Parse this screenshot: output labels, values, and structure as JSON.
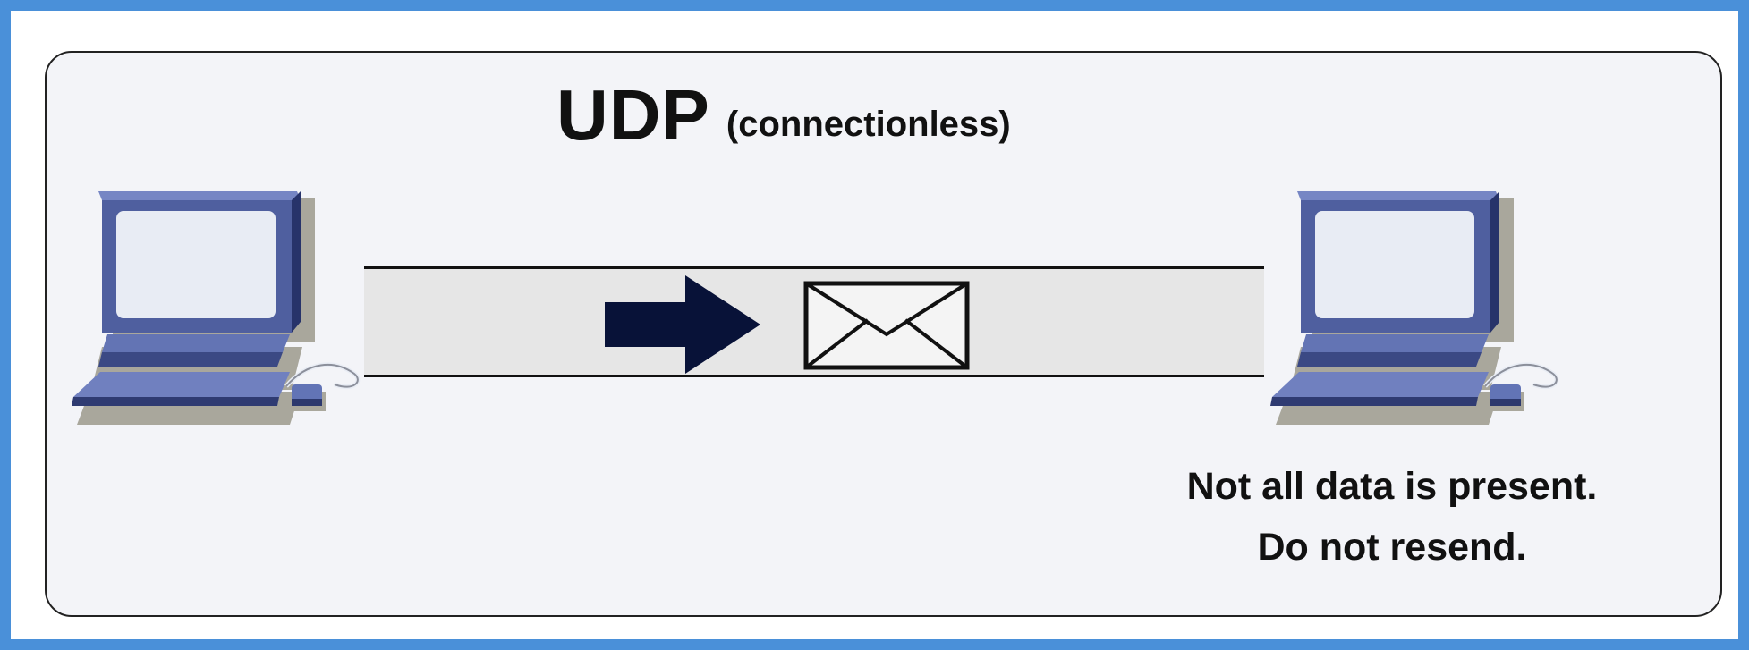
{
  "title": {
    "main": "UDP",
    "sub": "(connectionless)"
  },
  "receiver_status": {
    "line1": "Not all data is present.",
    "line2": "Do not resend."
  },
  "icons": {
    "sender": "desktop-computer-icon",
    "receiver": "desktop-computer-icon",
    "direction": "right-arrow-icon",
    "packet": "envelope-icon"
  },
  "colors": {
    "outer_border": "#4a90d9",
    "panel_background": "#f3f4f8",
    "channel_background": "#e6e6e6",
    "computer_blue": "#4f5f9f",
    "arrow_navy": "#081238"
  }
}
